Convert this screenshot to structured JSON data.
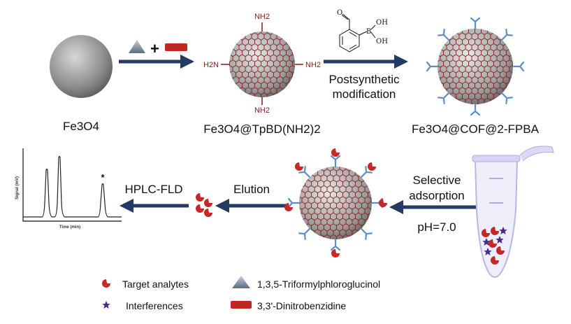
{
  "title": "Fe3O4@COF@2-FPBA synthesis and selective adsorption scheme",
  "colors": {
    "arrow": "#243a63",
    "cof_edge": "#8b1a1a",
    "ligand": "#5b8fc9",
    "analyte": "#c62828",
    "interference": "#4b2a8a"
  },
  "top_row": {
    "core_label": "Fe3O4",
    "amine_label": "Fe3O4@TpBD(NH2)2",
    "amine_group": "NH2",
    "amine_group_left": "H2N",
    "reagent": {
      "aldehyde": "O",
      "boron": "B",
      "oh": "OH"
    },
    "step2_line1": "Postsynthetic",
    "step2_line2": "modification",
    "product_label": "Fe3O4@COF@2-FPBA",
    "plus": "+"
  },
  "bottom_row": {
    "chromatogram": {
      "ylabel": "Signal (mV)",
      "xlabel": "Time (min)",
      "marker": "*"
    },
    "hplc_label": "HPLC-FLD",
    "elution_label": "Elution",
    "adsorption_line1": "Selective",
    "adsorption_line2": "adsorption",
    "ph_label": "pH=7.0"
  },
  "legend": [
    {
      "icon": "target-analyte-icon",
      "label": "Target analytes"
    },
    {
      "icon": "interference-star-icon",
      "label": "Interferences"
    },
    {
      "icon": "triangle-icon",
      "label": "1,3,5-Triformylphloroglucinol"
    },
    {
      "icon": "red-bar-icon",
      "label": "3,3'-Dinitrobenzidine"
    }
  ]
}
